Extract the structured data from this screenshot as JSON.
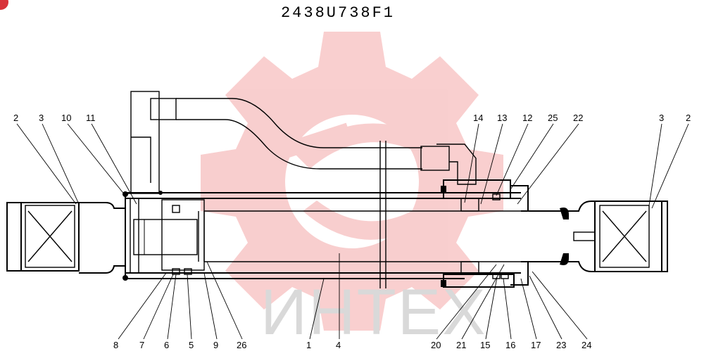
{
  "drawing": {
    "title": "2438U738F1",
    "watermark": "ИНТЕХ"
  },
  "callouts": {
    "top": [
      "2",
      "3",
      "10",
      "11",
      "14",
      "13",
      "12",
      "25",
      "22",
      "3",
      "2"
    ],
    "bottom": [
      "8",
      "7",
      "6",
      "5",
      "9",
      "26",
      "1",
      "4",
      "20",
      "21",
      "15",
      "16",
      "17",
      "23",
      "24"
    ]
  },
  "colors": {
    "watermark_gear": "#f4a7a7",
    "watermark_text": "#d9d9d9",
    "corner_mark": "#d8333a"
  }
}
